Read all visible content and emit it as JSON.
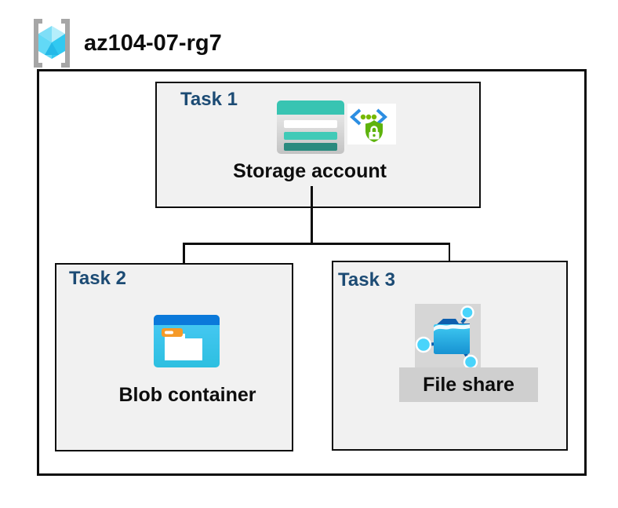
{
  "header": {
    "resource_group_name": "az104-07-rg7",
    "icon": "resource-group-icon"
  },
  "colors": {
    "task_label_blue": "#1c4b74",
    "task_box_fill": "#f1f1f1",
    "outline_black": "#0d0d0d",
    "storage_teal": "#38c4b2",
    "storage_teal_dark": "#2a8a7e",
    "blob_titlebar_blue": "#0b79da",
    "blob_body_blue": "#3cc6f0",
    "blob_tag_orange": "#f59a28",
    "fileshare_folder_blue": "#1792d2",
    "fileshare_node_cyan": "#49d4fb",
    "sas_bracket_blue": "#2c8ee2",
    "sas_shield_green": "#5eb30d",
    "selection_gray": "#d6d6d6"
  },
  "diagram": {
    "tasks": [
      {
        "label": "Task 1",
        "node": {
          "label": "Storage account",
          "icons": [
            "storage-account-icon",
            "sas-lock-icon"
          ]
        }
      },
      {
        "label": "Task 2",
        "node": {
          "label": "Blob container",
          "icons": [
            "blob-container-icon"
          ]
        }
      },
      {
        "label": "Task 3",
        "node": {
          "label": "File share",
          "icons": [
            "file-share-icon"
          ]
        }
      }
    ],
    "connections": [
      {
        "from": "Storage account",
        "to": "Blob container"
      },
      {
        "from": "Storage account",
        "to": "File share"
      }
    ]
  }
}
